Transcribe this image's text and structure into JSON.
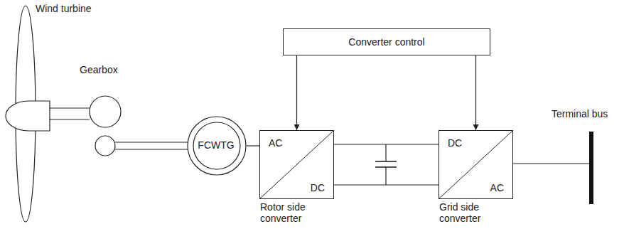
{
  "diagram": {
    "nodes": [
      {
        "text": [
          "Converter control"
        ]
      },
      {
        "text": [
          "FCWTG"
        ]
      },
      {
        "text": [
          "AC",
          "DC",
          "Rotor side converter"
        ]
      },
      {
        "text": [
          "DC",
          "AC",
          "Grid side converter"
        ]
      }
    ],
    "edges": [
      {
        "from": 0,
        "to": 2,
        "arrow": "to"
      },
      {
        "from": 0,
        "to": 3,
        "arrow": "to"
      },
      {
        "from": 1,
        "to": 2,
        "arrow": "none"
      },
      {
        "from": 2,
        "to": 3,
        "arrow": "none"
      }
    ],
    "labels": [
      "Wind turbine",
      "Gearbox",
      "Terminal bus"
    ]
  }
}
